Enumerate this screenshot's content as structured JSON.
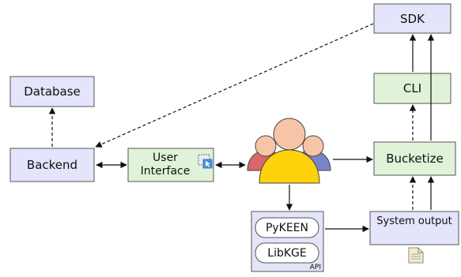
{
  "nodes": {
    "sdk": "SDK",
    "database": "Database",
    "cli": "CLI",
    "backend": "Backend",
    "user_interface_line1": "User",
    "user_interface_line2": "Interface",
    "bucketize": "Bucketize",
    "pykeen": "PyKEEN",
    "libkge": "LibKGE",
    "api": "API",
    "system_output": "System output"
  },
  "colors": {
    "blue_box": "#e4e4fb",
    "green_box": "#e0f3d9",
    "api_box": "#e2e4f8",
    "person_left": "#d9666a",
    "person_center": "#fdd20a",
    "person_right": "#7a83c9",
    "skin": "#f8c4a6",
    "border": "#555555"
  },
  "icons": [
    "user-group-icon",
    "window-cursor-icon",
    "document-icon"
  ]
}
